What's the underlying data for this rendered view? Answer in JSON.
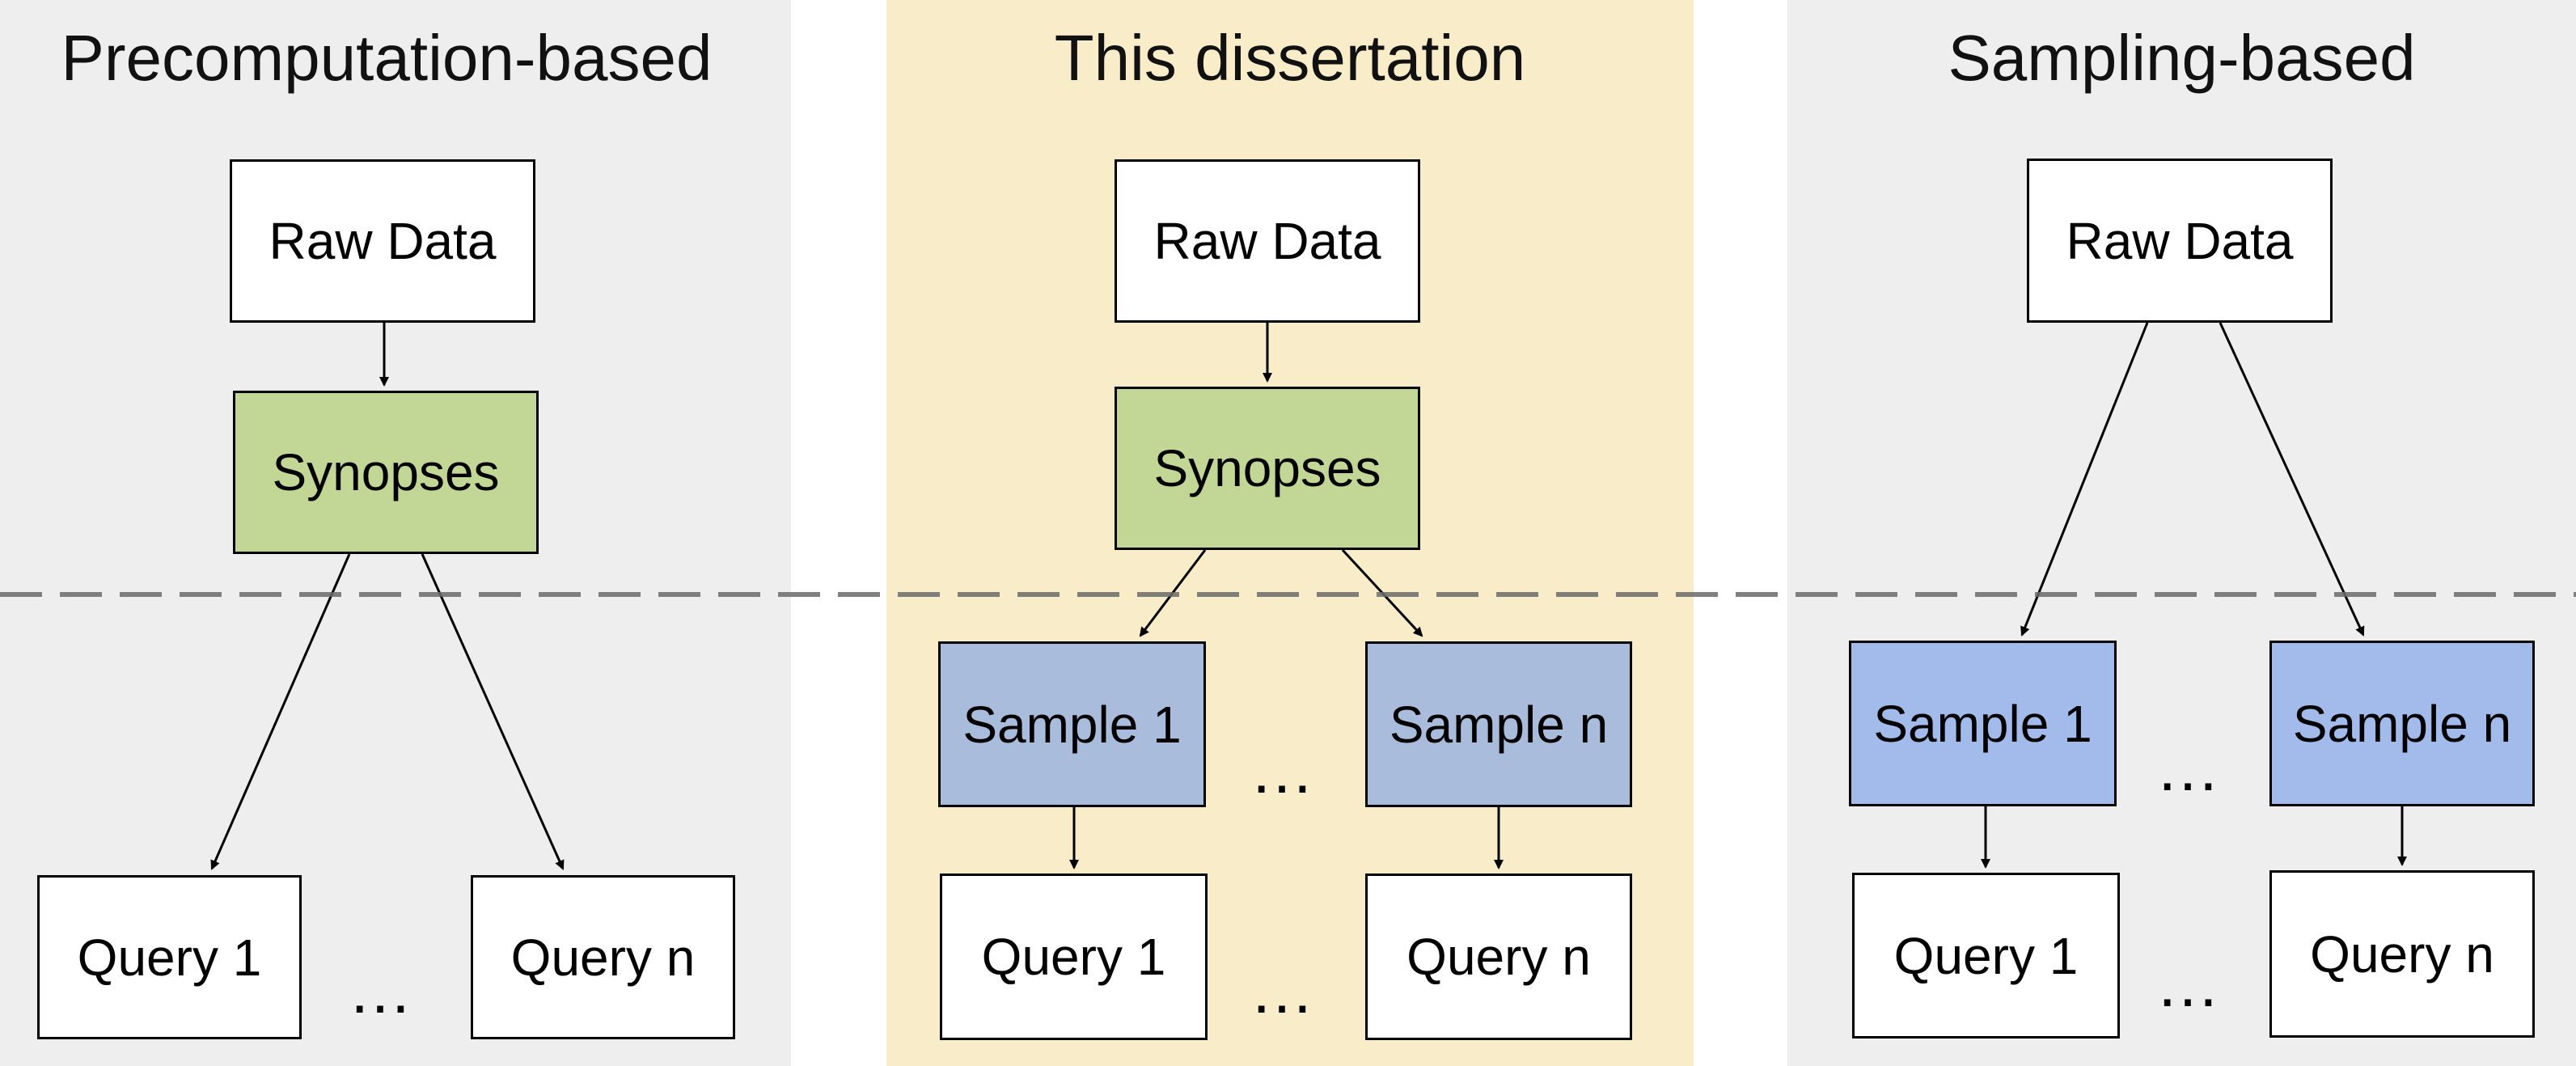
{
  "colors": {
    "panel_grey": "#eeeeee",
    "panel_highlight": "#f9ecc9",
    "synopses_fill": "#c2d795",
    "sample_mid_fill": "#a9bcdb",
    "sample_right_fill": "#a3bbeb",
    "box_fill": "#ffffff",
    "dashed_line": "#6b6b6b"
  },
  "panels": {
    "left": {
      "title": "Precomputation-based",
      "raw": "Raw Data",
      "synopses": "Synopses",
      "query1": "Query 1",
      "queryn": "Query n",
      "dots_queries": "…"
    },
    "middle": {
      "title": "This dissertation",
      "raw": "Raw Data",
      "synopses": "Synopses",
      "sample1": "Sample 1",
      "samplen": "Sample n",
      "query1": "Query 1",
      "queryn": "Query n",
      "dots_samples": "…",
      "dots_queries": "…"
    },
    "right": {
      "title": "Sampling-based",
      "raw": "Raw Data",
      "sample1": "Sample 1",
      "samplen": "Sample n",
      "query1": "Query 1",
      "queryn": "Query n",
      "dots_samples": "…",
      "dots_queries": "…"
    }
  }
}
